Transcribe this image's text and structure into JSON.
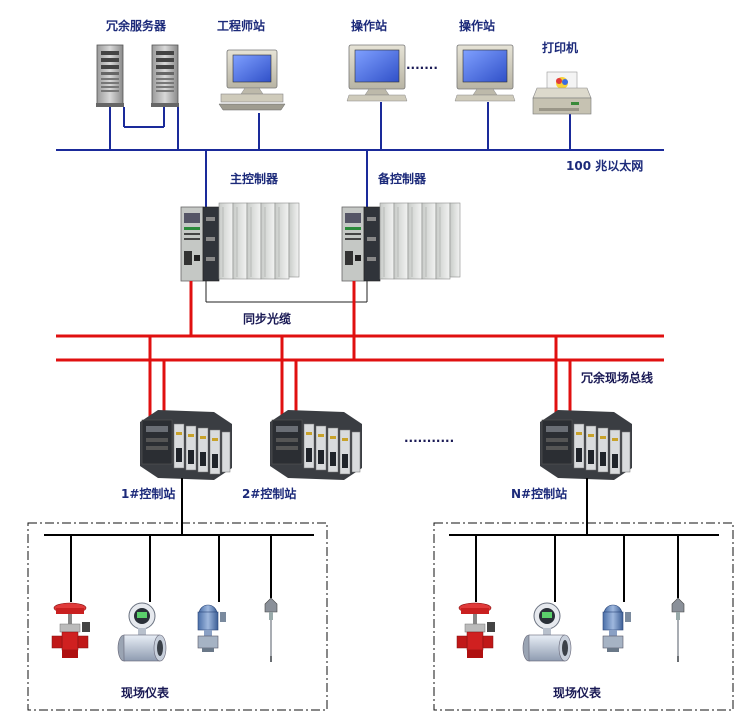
{
  "labels": {
    "redundant_servers": "冗余服务器",
    "engineer_station": "工程师站",
    "operator_station_1": "操作站",
    "operator_station_2": "操作站",
    "printer": "打印机",
    "ethernet": "100 兆以太网",
    "main_controller": "主控制器",
    "backup_controller": "备控制器",
    "sync_fiber": "同步光缆",
    "redundant_fieldbus": "冗余现场总线",
    "station_1": "1#控制站",
    "station_2": "2#控制站",
    "station_n": "N#控制站",
    "field_instruments_left": "现场仪表",
    "field_instruments_right": "现场仪表"
  },
  "ellipsis": {
    "top": "·······",
    "middle": "···········"
  },
  "colors": {
    "ethernet_line": "#1a2a9a",
    "fieldbus_line": "#e01010",
    "label_text": "#1c2a7a",
    "instrument_bus": "#000000"
  },
  "icons": [
    "server-tower-icon",
    "desktop-computer-icon",
    "laser-printer-icon",
    "plc-rack-icon",
    "io-module-icon",
    "control-valve-icon",
    "flow-meter-icon",
    "pressure-transmitter-icon",
    "temperature-sensor-icon"
  ]
}
